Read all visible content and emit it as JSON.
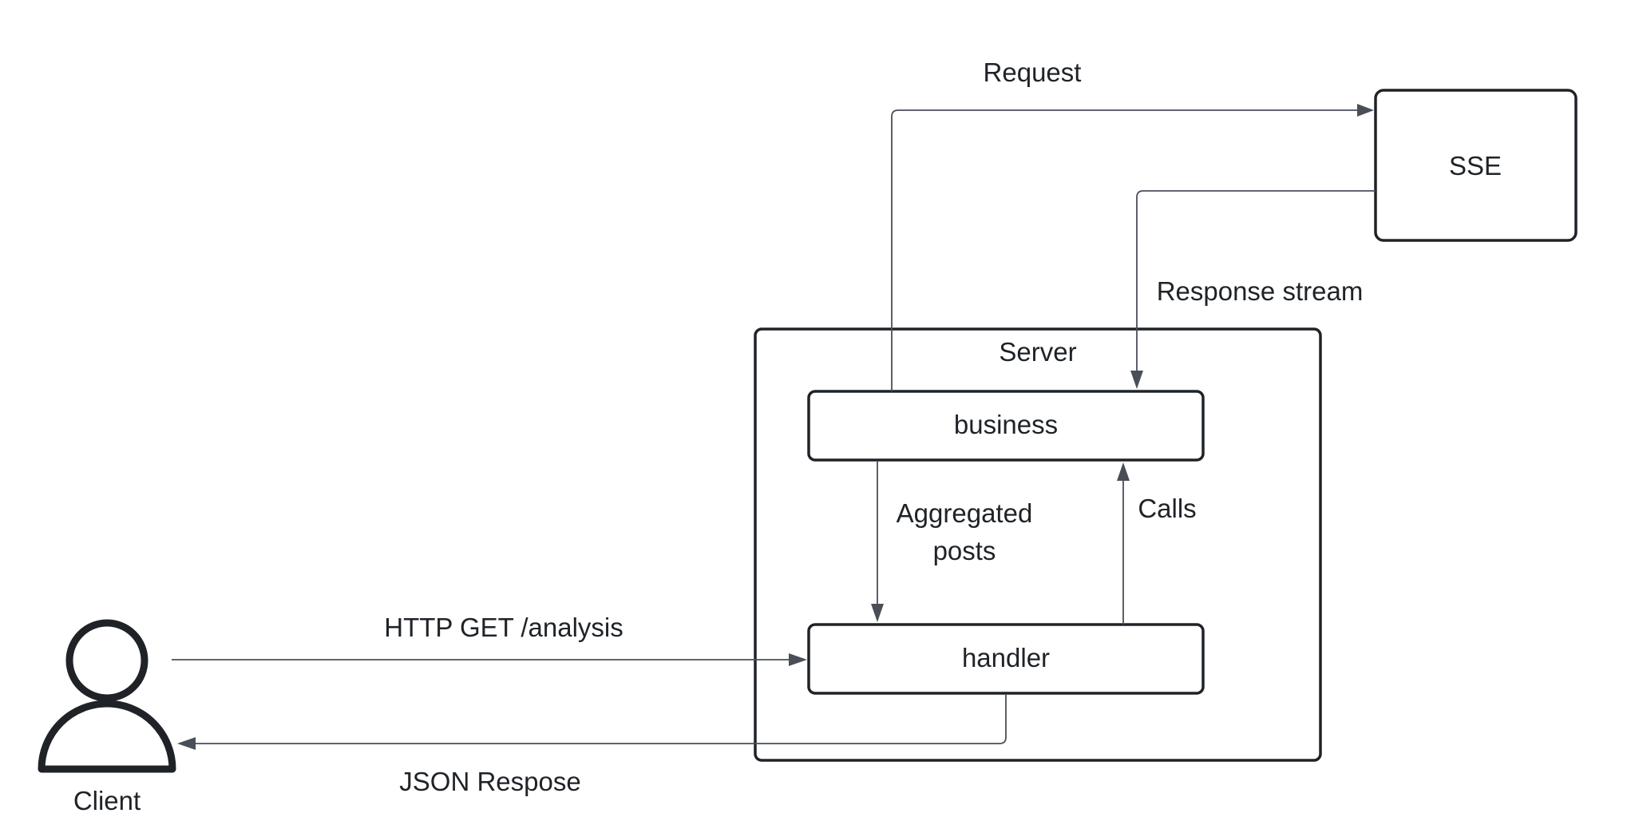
{
  "nodes": {
    "client": {
      "label": "Client",
      "icon": "person-icon"
    },
    "server": {
      "label": "Server"
    },
    "business": {
      "label": "business"
    },
    "handler": {
      "label": "handler"
    },
    "sse": {
      "label": "SSE"
    }
  },
  "edges": {
    "request": "Request",
    "response_stream": "Response stream",
    "aggregated_posts_line1": "Aggregated",
    "aggregated_posts_line2": "posts",
    "calls": "Calls",
    "http_get": "HTTP GET /analysis",
    "json_response": "JSON Respose"
  },
  "colors": {
    "stroke": "#1f2328",
    "edge": "#4a4f57",
    "background": "#ffffff"
  }
}
